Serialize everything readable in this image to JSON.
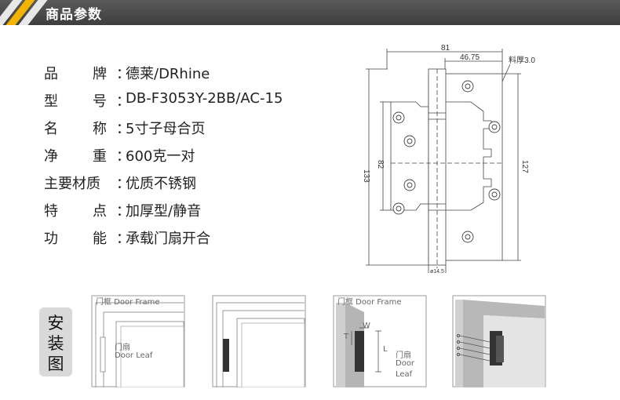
{
  "header": {
    "title": "商品参数"
  },
  "specs": [
    {
      "label_chars": [
        "品",
        "牌"
      ],
      "colon": "：",
      "value": "德莱/DRhine"
    },
    {
      "label_chars": [
        "型",
        "号"
      ],
      "colon": "：",
      "value": "DB-F3053Y-2BB/AC-15"
    },
    {
      "label_chars": [
        "名",
        "称"
      ],
      "colon": "：",
      "value": "5寸子母合页"
    },
    {
      "label_chars": [
        "净",
        "重"
      ],
      "colon": "：",
      "value": "600克一对"
    },
    {
      "label_chars": [
        "主要材质"
      ],
      "colon": "：",
      "value": "优质不锈钢"
    },
    {
      "label_chars": [
        "特",
        "点"
      ],
      "colon": "：",
      "value": "加厚型/静音"
    },
    {
      "label_chars": [
        "功",
        "能"
      ],
      "colon": "：",
      "value": "承载门扇开合"
    }
  ],
  "drawing": {
    "dim_total_width": "81",
    "dim_leaf_width": "46.75",
    "dim_thickness": "料厚3.0",
    "dim_total_height": "133",
    "dim_inner_height": "82",
    "dim_leaf_height": "127",
    "dim_pin_dia": "ø14.5"
  },
  "install": {
    "label": [
      "安",
      "装",
      "图"
    ],
    "fig1": {
      "frame_label": "门框 Door Frame",
      "leaf_label_cn": "门扇",
      "leaf_label_en": "Door Leaf"
    },
    "fig3": {
      "frame_label": "门框 Door Frame",
      "leaf_label_cn": "门扇",
      "leaf_label_en1": "Door",
      "leaf_label_en2": "Leaf",
      "dim_w": "W",
      "dim_t": "T",
      "dim_l": "L"
    }
  }
}
